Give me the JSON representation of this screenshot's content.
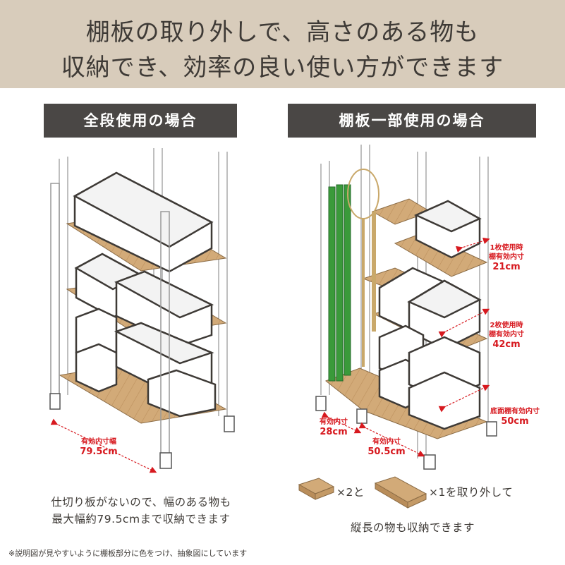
{
  "header": {
    "line1": "棚板の取り外しで、高さのある物も",
    "line2": "収納でき、効率の良い使い方ができます"
  },
  "left_panel": {
    "title": "全段使用の場合",
    "width_label_small": "有効内寸幅",
    "width_label_value": "79.5cm",
    "caption_line1": "仕切り板がないので、幅のある物も",
    "caption_line2": "最大幅約79.5cmまで収納できます"
  },
  "right_panel": {
    "title": "棚板一部使用の場合",
    "ann1_line1": "1枚使用時",
    "ann1_line2": "棚有効内寸",
    "ann1_value": "21cm",
    "ann2_line1": "2枚使用時",
    "ann2_line2": "棚有効内寸",
    "ann2_value": "42cm",
    "ann3_line1": "底面棚有効内寸",
    "ann3_value": "50cm",
    "ann4_line1": "有効内寸",
    "ann4_value": "28cm",
    "ann5_line1": "有効内寸",
    "ann5_value": "50.5cm",
    "removal_x2": "×2と",
    "removal_x1": "×1を取り外して",
    "caption": "縦長の物も収納できます"
  },
  "footnote": "※説明図が見やすいように棚板部分に色をつけ、抽象図にしています",
  "colors": {
    "header_bg": "#d8ccbb",
    "label_bar_bg": "#4a4745",
    "shelf_wood": "#d2aa78",
    "annotation_red": "#d7191f",
    "stick_green": "#3a9a3a"
  }
}
